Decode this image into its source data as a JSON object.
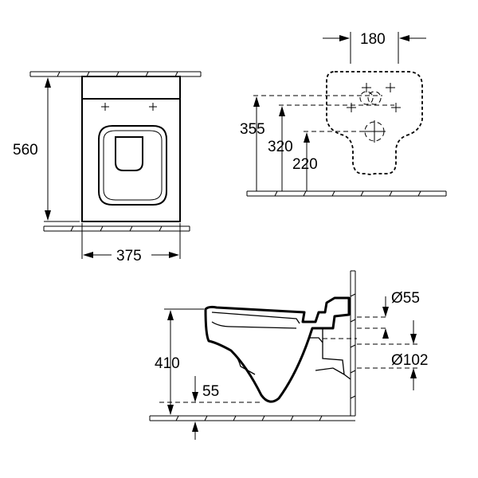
{
  "dimensions": {
    "front_height": "560",
    "front_width": "375",
    "rear_spacing": "180",
    "rear_355": "355",
    "rear_320": "320",
    "rear_220": "220",
    "side_height": "410",
    "side_55": "55",
    "pipe_small": "Ø55",
    "pipe_large": "Ø102"
  }
}
